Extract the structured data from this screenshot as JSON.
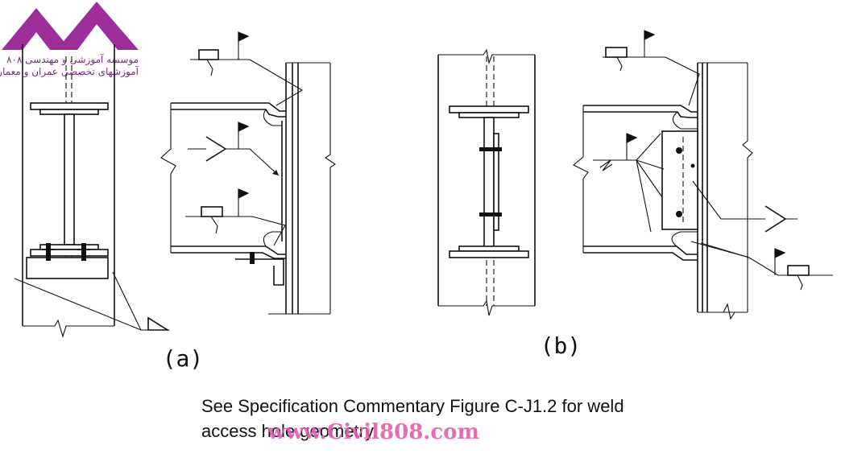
{
  "logo": {
    "line1": "موسسه آموزشی و مهندسی ۸۰۸",
    "line2": "آموزشهای تخصصی عمران و معماری",
    "color": "#9c2f9a"
  },
  "figure": {
    "label_a": "(a)",
    "label_b": "(b)"
  },
  "caption": {
    "line1": "See Specification Commentary Figure C-J1.2 for weld",
    "line2": "access hole geometry."
  },
  "watermark": {
    "text": "www.Civil808.com",
    "color": "#e05fae"
  }
}
